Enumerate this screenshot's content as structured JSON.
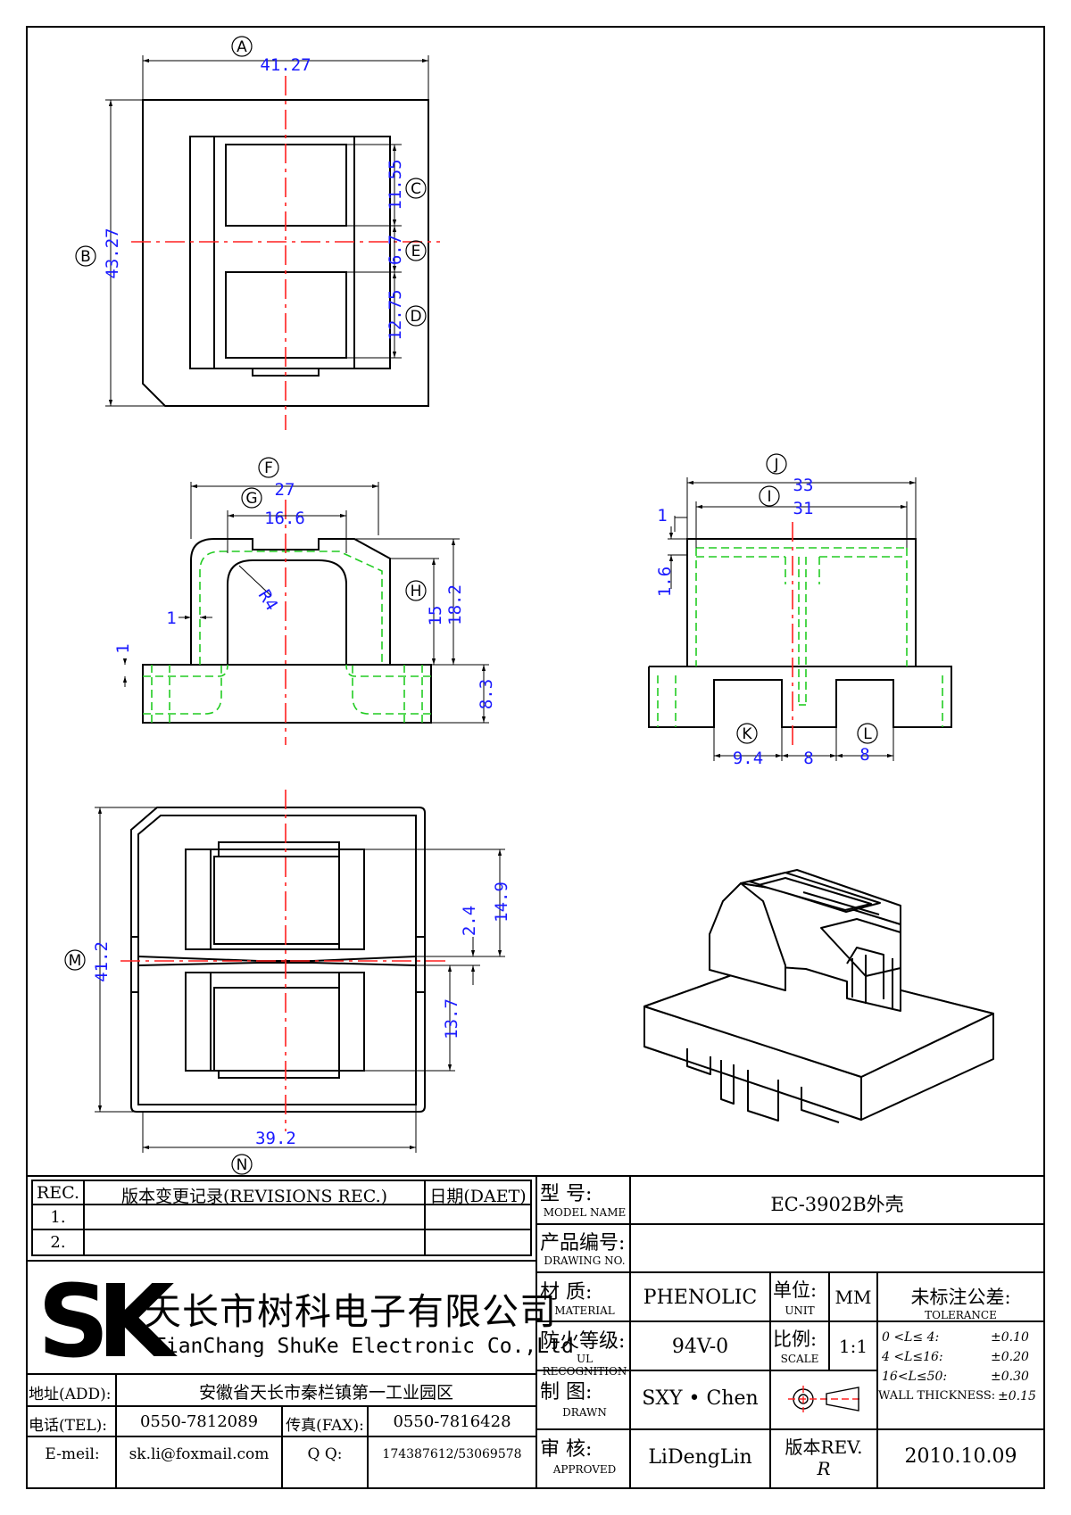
{
  "views": {
    "top": {
      "dims": {
        "A": "41.27",
        "B": "43.27",
        "C": "11.55",
        "E": "6.7",
        "D": "12.75"
      },
      "labels": [
        "A",
        "B",
        "C",
        "E",
        "D"
      ]
    },
    "front": {
      "dims": {
        "F": "27",
        "G": "16.6",
        "r": "R4",
        "wall": "1",
        "base_t": "1",
        "H15": "15",
        "H182": "18.2",
        "base": "8.3"
      },
      "labels": [
        "F",
        "G",
        "H"
      ]
    },
    "side": {
      "dims": {
        "J": "33",
        "I": "31",
        "t1": "1",
        "t16": "1.6",
        "K": "9.4",
        "mid": "8",
        "L": "8"
      },
      "labels": [
        "J",
        "I",
        "K",
        "L"
      ]
    },
    "bottom": {
      "dims": {
        "M": "41.2",
        "d149": "14.9",
        "d24": "2.4",
        "d137": "13.7",
        "N": "39.2"
      },
      "labels": [
        "M",
        "N"
      ]
    }
  },
  "title_block": {
    "rev_header": "REC.",
    "rev_record": "版本变更记录(REVISIONS REC.)",
    "date_header": "日期(DAET)",
    "rev_rows": [
      "1.",
      "2."
    ],
    "company_cn": "天长市树科电子有限公司",
    "company_en": "TianChang ShuKe Electronic Co.,Ltd",
    "logo_text": "SK",
    "addr_label": "地址(ADD):",
    "addr_value": "安徽省天长市秦栏镇第一工业园区",
    "tel_label": "电话(TEL):",
    "tel_value": "0550-7812089",
    "fax_label": "传真(FAX):",
    "fax_value": "0550-7816428",
    "email_label": "E-meil:",
    "email_value": "sk.li@foxmail.com",
    "qq_label": "Q Q:",
    "qq_value": "174387612/53069578",
    "model_label_cn": "型  号:",
    "model_label_en": "MODEL NAME",
    "model_value": "EC-3902B外壳",
    "drawing_label_cn": "产品编号:",
    "drawing_label_en": "DRAWING NO.",
    "drawing_value": "",
    "material_label_cn": "材  质:",
    "material_label_en": "MATERIAL",
    "material_value": "PHENOLIC",
    "unit_label_cn": "单位:",
    "unit_label_en": "UNIT",
    "unit_value": "MM",
    "tolerance_label_cn": "未标注公差:",
    "tolerance_label_en": "TOLERANCE",
    "tolerances": [
      {
        "range": "0 <L≤ 4:",
        "value": "±0.10"
      },
      {
        "range": "4 <L≤16:",
        "value": "±0.20"
      },
      {
        "range": "16<L≤50:",
        "value": "±0.30"
      },
      {
        "range": "WALL THICKNESS:",
        "value": "±0.15"
      }
    ],
    "fire_label_cn": "防火等级:",
    "fire_label_en": "UL RECOGNITION",
    "fire_value": "94V-0",
    "scale_label_cn": "比例:",
    "scale_label_en": "SCALE",
    "scale_value": "1:1",
    "drawn_label_cn": "制  图:",
    "drawn_label_en": "DRAWN",
    "drawn_value": "SXY • Chen",
    "approved_label_cn": "审  核:",
    "approved_label_en": "APPROVED",
    "approved_value": "LiDengLin",
    "rev_label_cn": "版本REV.",
    "rev_value": "R",
    "date_value": "2010.10.09"
  },
  "colors": {
    "line": "#000000",
    "dimension": "#1a1aff",
    "center": "#ff2020",
    "hidden": "#22cc22"
  }
}
